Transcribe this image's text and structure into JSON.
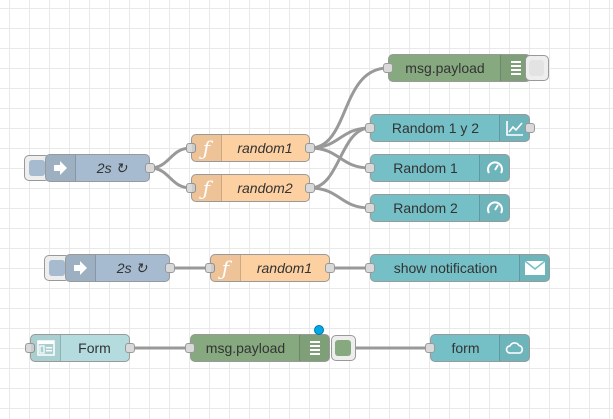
{
  "colors": {
    "inject": "#a6bbcf",
    "function": "#fdd0a2",
    "debug": "#87a980",
    "dashboard": "#75c0c7",
    "form": "#b4dcdf",
    "wire": "#999999",
    "status": "#00a8e6"
  },
  "flow1": {
    "inject_label": "2s ↻",
    "random1_label": "random1",
    "random2_label": "random2",
    "debug_label": "msg.payload",
    "chart_label": "Random 1 y 2",
    "gauge1_label": "Random 1",
    "gauge2_label": "Random 2"
  },
  "flow2": {
    "inject_label": "2s ↻",
    "random1_label": "random1",
    "notification_label": "show notification"
  },
  "flow3": {
    "form_label": "Form",
    "debug_label": "msg.payload",
    "output_label": "form"
  },
  "icons": {
    "inject": "arrow-in-icon",
    "function": "function-icon",
    "debug": "debug-list-icon",
    "chart": "line-chart-icon",
    "gauge": "gauge-icon",
    "notification": "envelope-icon",
    "form_in": "form-icon",
    "form_out": "cloud-icon"
  }
}
